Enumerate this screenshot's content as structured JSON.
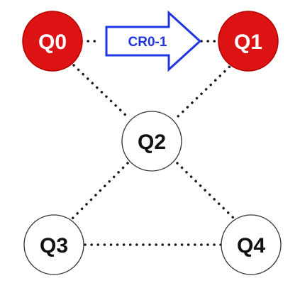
{
  "colors": {
    "highlight_fill": "#dd1313",
    "highlight_text": "#ffffff",
    "node_fill": "#ffffff",
    "node_stroke": "#333333",
    "node_text": "#111111",
    "edge": "#1a1a1a",
    "arrow": "#1f35e0"
  },
  "nodes": {
    "q0": {
      "label": "Q0",
      "highlighted": true
    },
    "q1": {
      "label": "Q1",
      "highlighted": true
    },
    "q2": {
      "label": "Q2",
      "highlighted": false
    },
    "q3": {
      "label": "Q3",
      "highlighted": false
    },
    "q4": {
      "label": "Q4",
      "highlighted": false
    }
  },
  "edges": [
    [
      "Q0",
      "Q1"
    ],
    [
      "Q0",
      "Q2"
    ],
    [
      "Q1",
      "Q2"
    ],
    [
      "Q2",
      "Q3"
    ],
    [
      "Q2",
      "Q4"
    ],
    [
      "Q3",
      "Q4"
    ]
  ],
  "arrow": {
    "label": "CR0-1",
    "from": "Q0",
    "to": "Q1"
  }
}
